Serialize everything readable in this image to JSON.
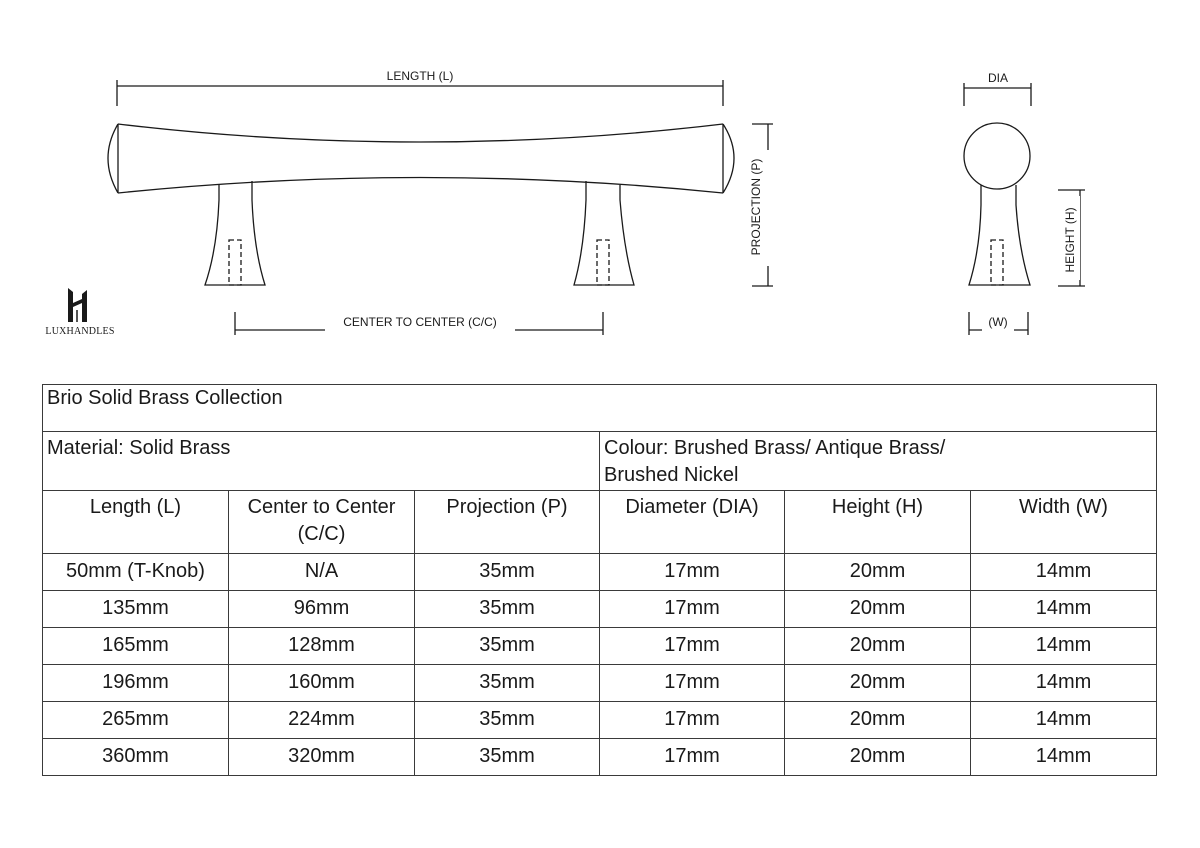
{
  "drawing": {
    "length_label": "LENGTH (L)",
    "cc_label": "CENTER TO CENTER (C/C)",
    "projection_label": "PROJECTION (P)",
    "dia_label": "DIA",
    "height_label": "HEIGHT (H)",
    "width_label": "(W)"
  },
  "logo": {
    "text": "LUXHANDLES"
  },
  "table": {
    "title": "Brio Solid Brass Collection",
    "material": "Material: Solid Brass",
    "colour_line1": "Colour: Brushed Brass/ Antique Brass/",
    "colour_line2": "Brushed Nickel",
    "headers": [
      [
        "Length (L)",
        ""
      ],
      [
        "Center to Center",
        "(C/C)"
      ],
      [
        "Projection (P)",
        ""
      ],
      [
        "Diameter (DIA)",
        ""
      ],
      [
        "Height (H)",
        ""
      ],
      [
        "Width (W)",
        ""
      ]
    ],
    "rows": [
      [
        "50mm (T-Knob)",
        "N/A",
        "35mm",
        "17mm",
        "20mm",
        "14mm"
      ],
      [
        "135mm",
        "96mm",
        "35mm",
        "17mm",
        "20mm",
        "14mm"
      ],
      [
        "165mm",
        "128mm",
        "35mm",
        "17mm",
        "20mm",
        "14mm"
      ],
      [
        "196mm",
        "160mm",
        "35mm",
        "17mm",
        "20mm",
        "14mm"
      ],
      [
        "265mm",
        "224mm",
        "35mm",
        "17mm",
        "20mm",
        "14mm"
      ],
      [
        "360mm",
        "320mm",
        "35mm",
        "17mm",
        "20mm",
        "14mm"
      ]
    ]
  }
}
